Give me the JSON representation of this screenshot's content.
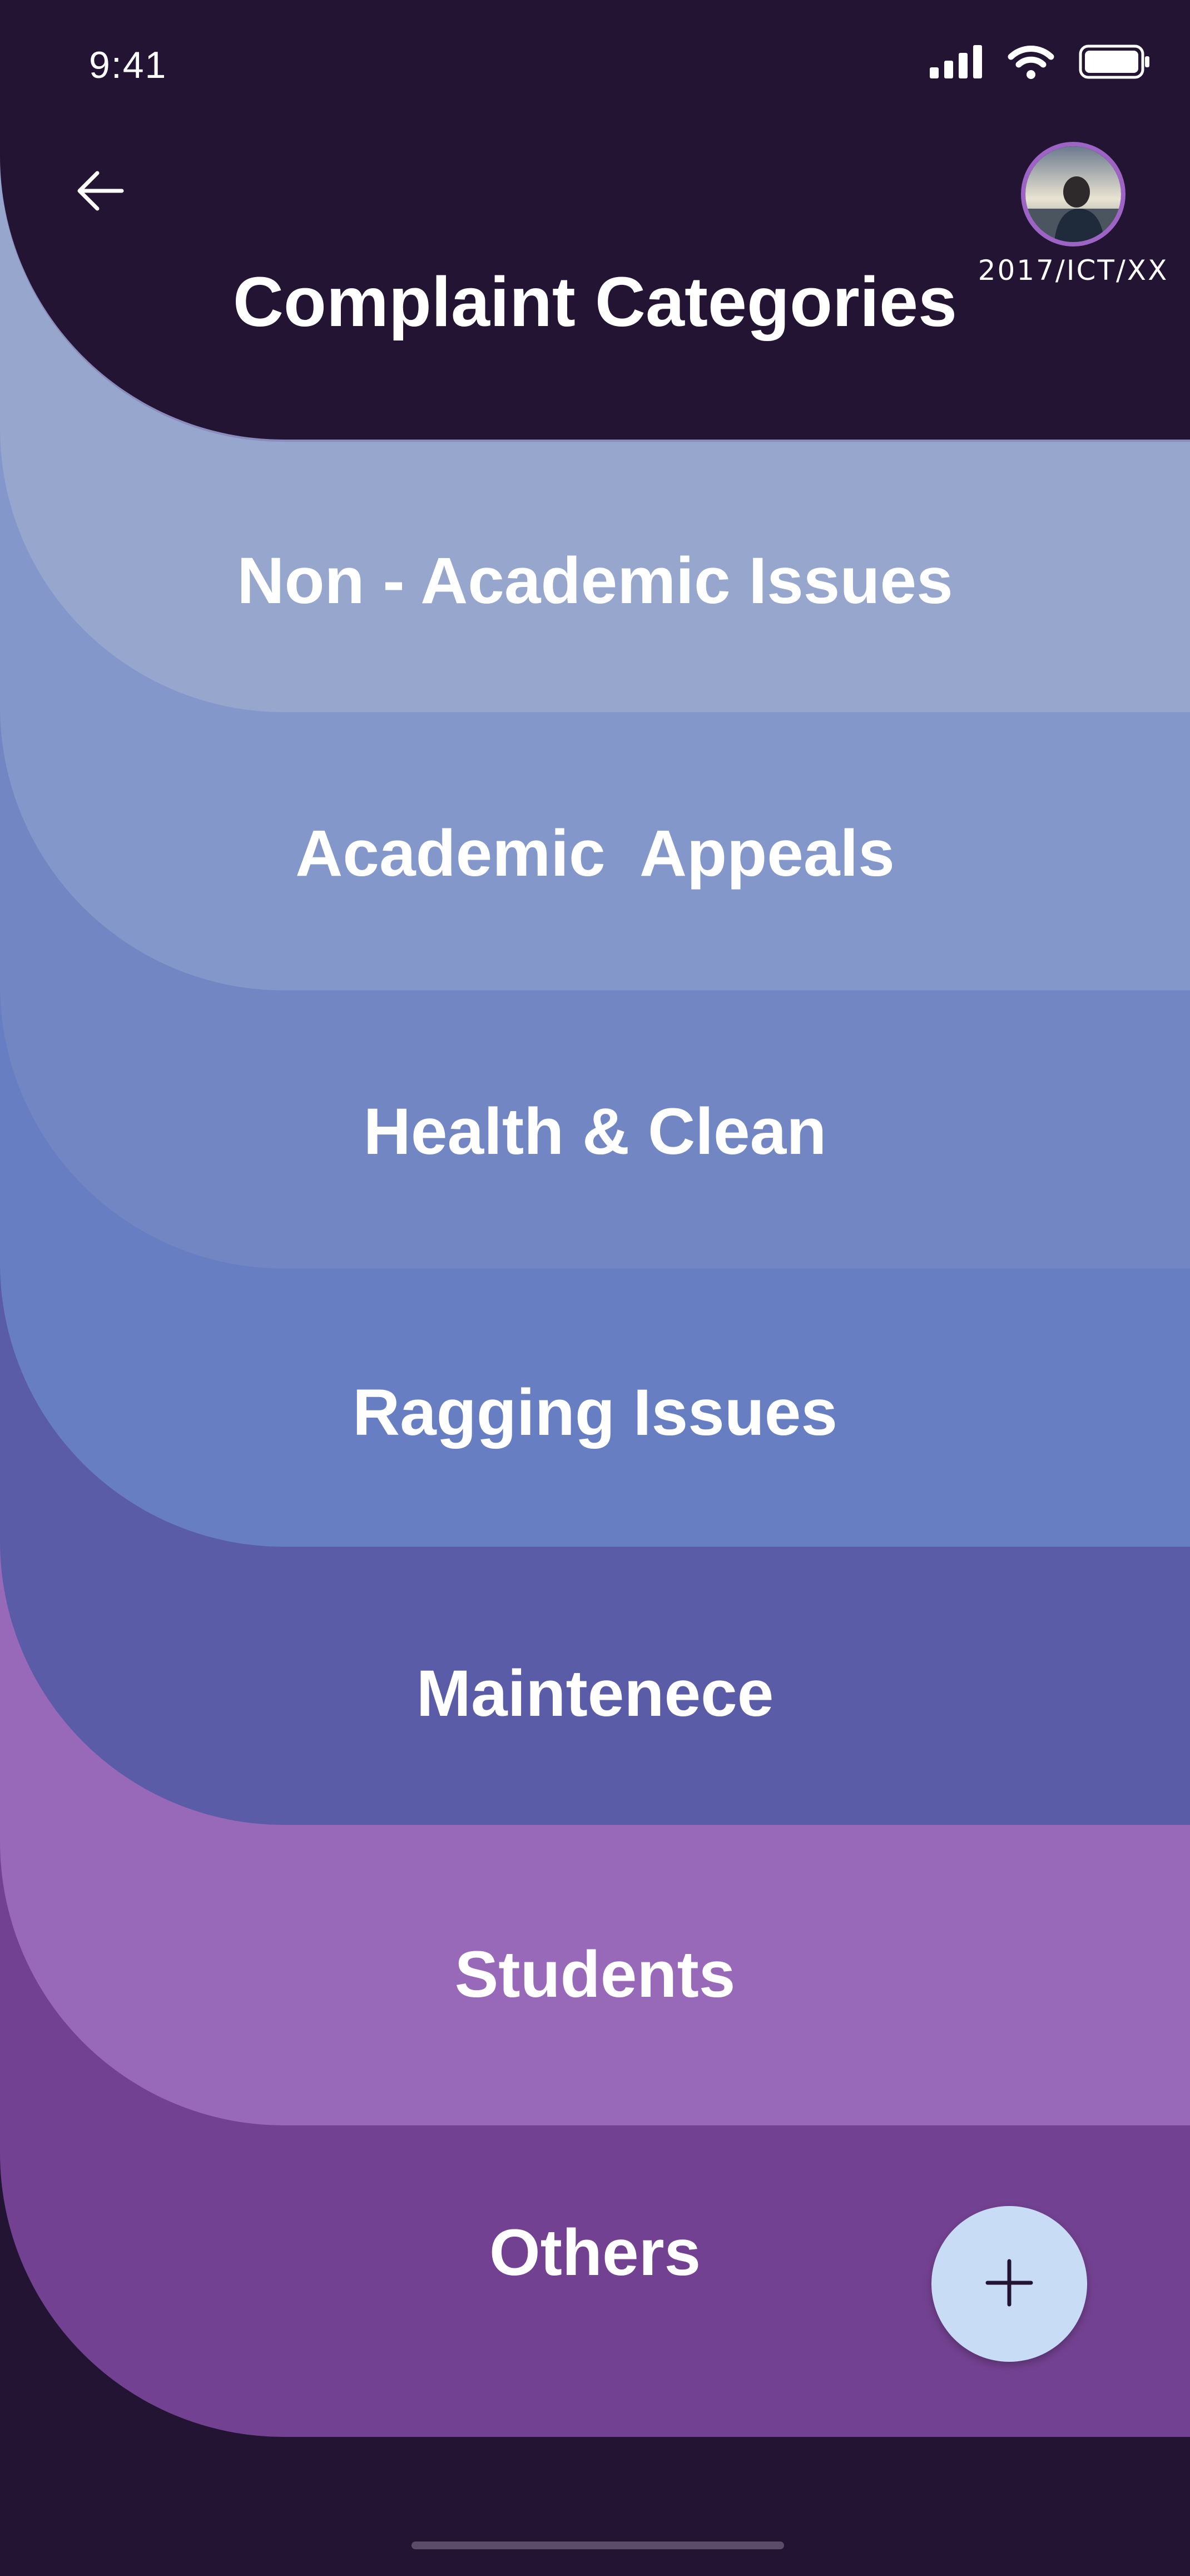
{
  "status_bar": {
    "time": "9:41",
    "icons": [
      "signal-icon",
      "wifi-icon",
      "battery-icon"
    ]
  },
  "header": {
    "title": "Complaint Categories",
    "back_icon": "back-arrow-icon",
    "student_id": "2017/ICT/XX",
    "avatar": "avatar"
  },
  "categories": [
    {
      "label": "Non - Academic Issues",
      "color": "#96a6cc"
    },
    {
      "label": "Academic  Appeals",
      "color": "#8497cb"
    },
    {
      "label": "Health & Clean",
      "color": "#7286c3"
    },
    {
      "label": "Ragging Issues",
      "color": "#677fc2"
    },
    {
      "label": "Maintenece",
      "color": "#5b5ca8"
    },
    {
      "label": "Students",
      "color": "#9869b9"
    },
    {
      "label": "Others",
      "color": "#734191"
    }
  ],
  "fab": {
    "icon": "plus-icon",
    "color": "#c9dcf5"
  },
  "colors": {
    "background": "#231433",
    "header": "#231433",
    "avatar_ring": "#9d64c6"
  }
}
